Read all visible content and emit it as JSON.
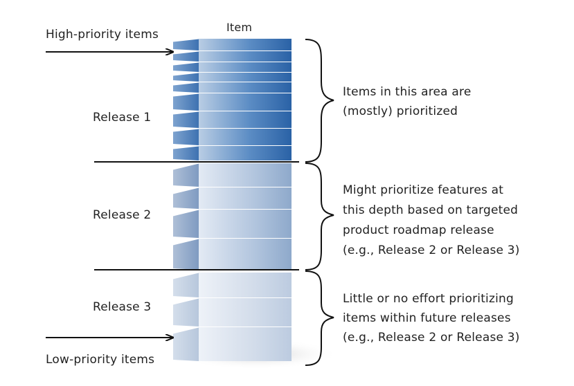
{
  "column_header": "Item",
  "arrows": {
    "high_priority": "High-priority items",
    "low_priority": "Low-priority items"
  },
  "releases": [
    "Release 1",
    "Release 2",
    "Release 3"
  ],
  "annotations": {
    "area1": [
      "Items in this area are",
      "(mostly) prioritized"
    ],
    "area2": [
      "Might prioritize features at",
      "this depth based on targeted",
      "product roadmap release",
      "(e.g., Release 2 or Release 3)"
    ],
    "area3": [
      "Little or no effort prioritizing",
      "items within future releases",
      "(e.g., Release 2 or Release 3)"
    ]
  },
  "colors": {
    "release1_front": "#2f68aa",
    "release2_front": "#8fa8c9",
    "release3_front": "#c2d0e3",
    "line": "#111111"
  }
}
